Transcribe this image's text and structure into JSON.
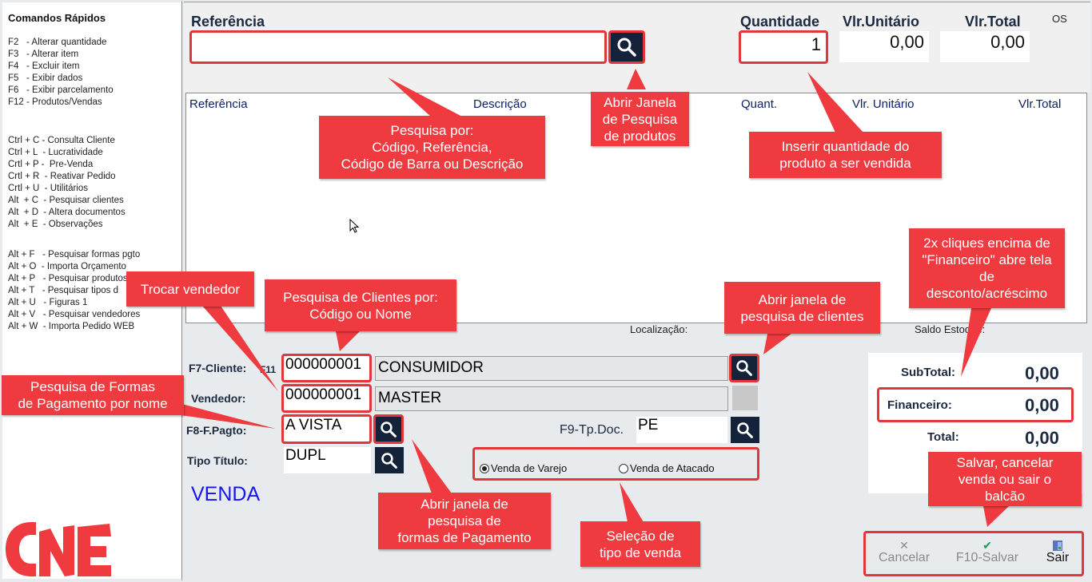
{
  "sidebar": {
    "title": "Comandos Rápidos",
    "group1": [
      "F2   - Alterar quantidade",
      "F3   - Alterar item",
      "F4   - Excluir item",
      "F5   - Exibir dados",
      "F6   - Exibir parcelamento",
      "F12 - Produtos/Vendas"
    ],
    "group2": [
      "Ctrl + C - Consulta Cliente",
      "Ctrl + L  - Lucratividade",
      "Crtl + P -  Pre-Venda",
      "Crtl + R  - Reativar Pedido",
      "Crtl + U  - Utilitários",
      "Alt  + C  - Pesquisar clientes",
      "Alt  + D  - Altera documentos",
      "Alt  + E  - Observações"
    ],
    "group3": [
      "Alt + F   - Pesquisar formas pgto",
      "Alt + O  - Importa Orçamento",
      "Alt + P   - Pesquisar produtos",
      "Alt + T   - Pesquisar tipos d",
      "Alt + U   - Figuras 1",
      "Alt + V   - Pesquisar vendedores",
      "Alt + W  - Importa Pedido WEB"
    ],
    "logo": "CNE"
  },
  "top": {
    "referencia_label": "Referência",
    "referencia_value": "",
    "quantidade_label": "Quantidade",
    "quantidade_value": "1",
    "vlr_unitario_label": "Vlr.Unitário",
    "vlr_unitario_value": "0,00",
    "vlr_total_label": "Vlr.Total",
    "vlr_total_value": "0,00",
    "os_label": "OS"
  },
  "grid": {
    "columns": [
      "Referência",
      "Descrição",
      "Quant.",
      "Vlr. Unitário",
      "Vlr.Total"
    ],
    "rows": []
  },
  "info": {
    "localizacao_label": "Localização:",
    "saldo_label": "Saldo Estoque:"
  },
  "form": {
    "cliente_label": "F7-Cliente:",
    "cliente_hint": "F11",
    "cliente_code": "000000001",
    "cliente_name": "CONSUMIDOR",
    "vendedor_label": "Vendedor:",
    "vendedor_code": "000000001",
    "vendedor_name": "MASTER",
    "fpagto_label": "F8-F.Pagto:",
    "fpagto_value": "A VISTA",
    "tpdoc_label": "F9-Tp.Doc.",
    "tpdoc_value": "PE",
    "tipo_titulo_label": "Tipo Título:",
    "tipo_titulo_value": "DUPL",
    "mode_label": "VENDA",
    "sale_types": [
      {
        "label": "Venda de Varejo",
        "selected": true
      },
      {
        "label": "Venda de Atacado",
        "selected": false
      }
    ]
  },
  "totals": {
    "subtotal_label": "SubTotal:",
    "subtotal_value": "0,00",
    "financeiro_label": "Financeiro:",
    "financeiro_value": "0,00",
    "total_label": "Total:",
    "total_value": "0,00"
  },
  "actions": {
    "cancel_label": "Cancelar",
    "save_label": "F10-Salvar",
    "exit_label": "Sair"
  },
  "callouts": {
    "pesquisa": "Pesquisa por:\nCódigo, Referência,\nCódigo de Barra ou Descrição",
    "abrir_produtos": "Abrir Janela\nde Pesquisa\nde produtos",
    "quantidade": "Inserir quantidade do\nproduto a ser vendida",
    "financeiro": "2x cliques encima de\n\"Financeiro\" abre tela\nde\ndesconto/acréscimo",
    "trocar_vendedor": "Trocar vendedor",
    "pesquisa_clientes": "Pesquisa de Clientes por:\nCódigo ou Nome",
    "abrir_clientes": "Abrir janela de\npesquisa de clientes",
    "formas_pagamento": "Pesquisa de Formas\nde Pagamento por nome",
    "abrir_formas": "Abrir janela de\npesquisa de\nformas de Pagamento",
    "tipo_venda": "Seleção de\ntipo de venda",
    "salvar": "Salvar, cancelar\nvenda ou sair o\nbalcão"
  }
}
